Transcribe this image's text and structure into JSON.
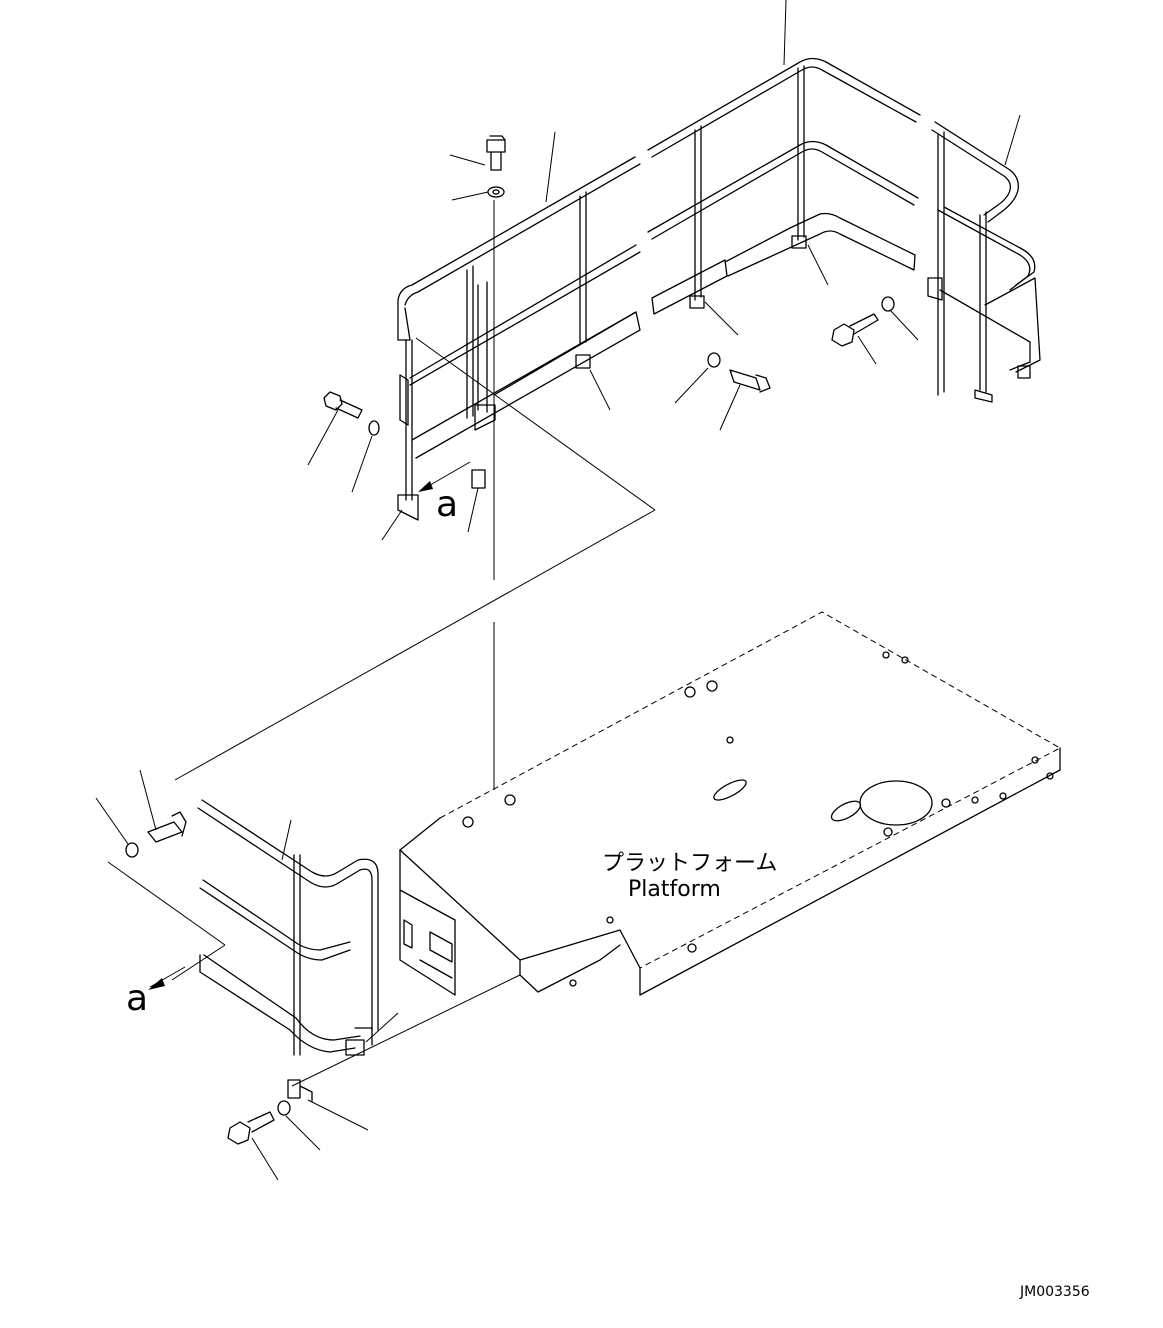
{
  "platform_label": {
    "japanese": "プラットフォーム",
    "english": "Platform"
  },
  "view_markers": {
    "upper": "a",
    "lower": "a"
  },
  "drawing_code": "JM003356"
}
